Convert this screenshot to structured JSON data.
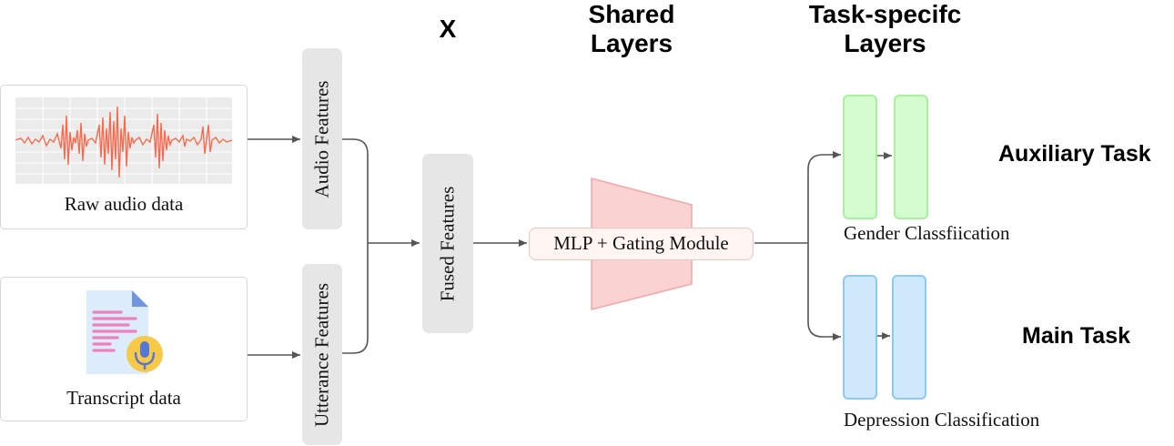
{
  "headings": {
    "x": "X",
    "shared": "Shared\nLayers",
    "task_specific": "Task-specifc\nLayers"
  },
  "inputs": {
    "audio_label": "Raw audio data",
    "transcript_label": "Transcript data"
  },
  "features": {
    "audio": "Audio Features",
    "utterance": "Utterance Features",
    "fused": "Fused Features"
  },
  "module": {
    "label": "MLP + Gating Module"
  },
  "tasks": {
    "auxiliary_title": "Auxiliary Task",
    "main_title": "Main Task",
    "auxiliary_label": "Gender Classfiication",
    "main_label": "Depression Classification"
  },
  "colors": {
    "waveform": "#f76a4e",
    "trapezoid_fill": "#fbd2d2",
    "trapezoid_stroke": "#f0a8a8",
    "green": "#d5fbd0",
    "blue": "#cfe8fb",
    "arrow": "#555555"
  },
  "icons": {
    "waveform": "waveform-icon",
    "transcript": "transcript-document-icon",
    "microphone": "microphone-icon"
  }
}
